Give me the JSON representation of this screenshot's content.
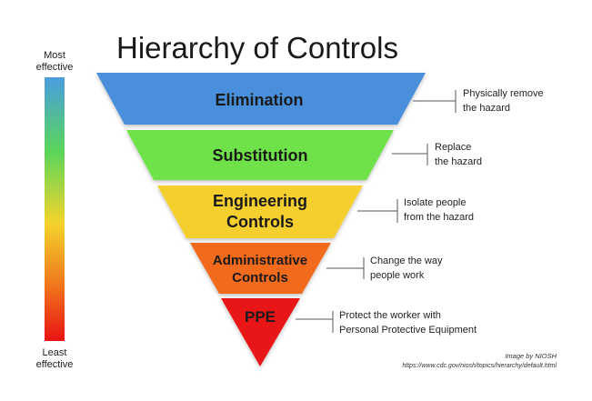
{
  "title": "Hierarchy of Controls",
  "scale": {
    "top": [
      "Most",
      "effective"
    ],
    "bottom": [
      "Least",
      "effective"
    ]
  },
  "tiers": [
    {
      "label": [
        "Elimination"
      ],
      "color": "#4a8fdc",
      "note": [
        "Physically remove",
        "the hazard"
      ]
    },
    {
      "label": [
        "Substitution"
      ],
      "color": "#6fe24a",
      "note": [
        "Replace",
        "the hazard"
      ]
    },
    {
      "label": [
        "Engineering",
        "Controls"
      ],
      "color": "#f5cf2e",
      "note": [
        "Isolate people",
        "from the hazard"
      ]
    },
    {
      "label": [
        "Administrative",
        "Controls"
      ],
      "color": "#f26a1e",
      "note": [
        "Change the way",
        "people work"
      ]
    },
    {
      "label": [
        "PPE"
      ],
      "color": "#e81313",
      "note": [
        "Protect the worker with",
        "Personal Protective Equipment"
      ]
    }
  ],
  "credit": {
    "line1": "Image by NIOSH",
    "line2": "https://www.cdc.gov/niosh/topics/hierarchy/default.html"
  }
}
